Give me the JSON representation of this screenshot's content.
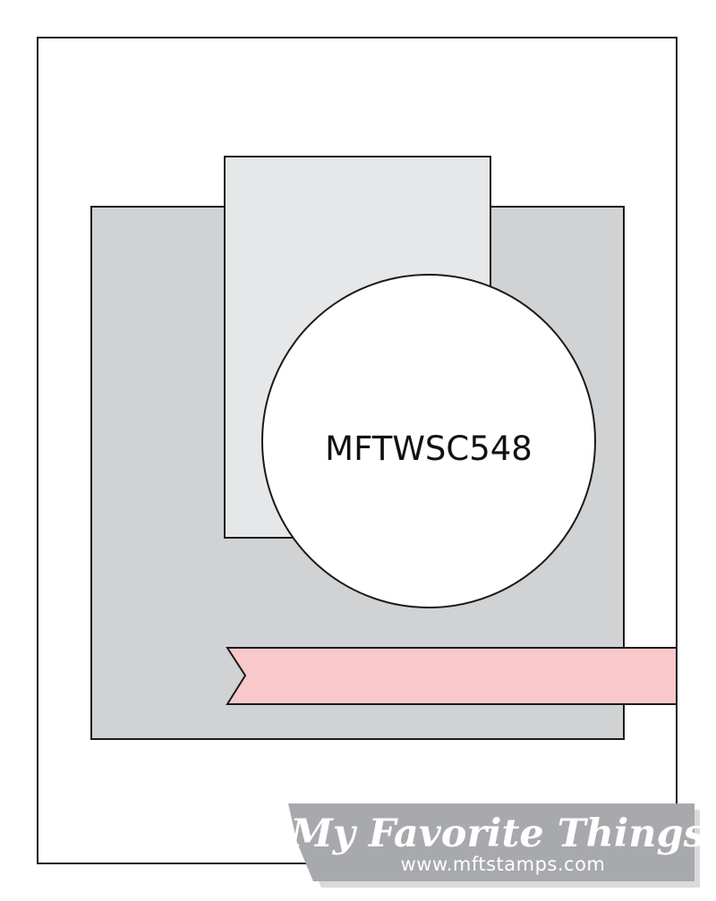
{
  "sketch": {
    "code": "MFTWSC548"
  },
  "brand": {
    "name": "My Favorite Things",
    "url": "www.mftstamps.com"
  },
  "colors": {
    "outline": "#1a1a1a",
    "card_base": "#ffffff",
    "large_panel": "#d1d2d4",
    "tall_panel": "#e6e7e8",
    "circle": "#ffffff",
    "banner": "#f8c8cb",
    "logo_band": "#a7a9ac",
    "logo_shadow": "#d9dadb"
  }
}
